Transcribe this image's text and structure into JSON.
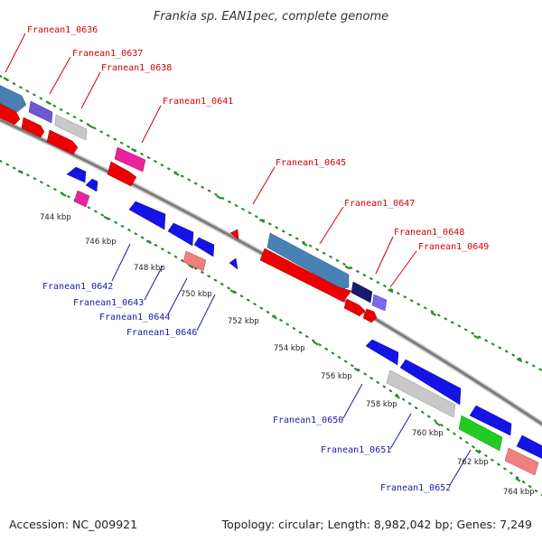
{
  "title": "Frankia sp. EAN1pec, complete genome",
  "footer": {
    "accession": "Accession: NC_009921",
    "summary": "Topology: circular; Length: 8,982,042 bp; Genes: 7,249"
  },
  "colors": {
    "top_label": "#d40000",
    "bottom_label": "#1a1aa6",
    "gc_dots": "#2e8b2e",
    "backbone": "#7c7c7c"
  },
  "ticks": [
    "744 kbp",
    "746 kbp",
    "748 kbp",
    "750 kbp",
    "752 kbp",
    "754 kbp",
    "756 kbp",
    "758 kbp",
    "760 kbp",
    "762 kbp",
    "764 kbp"
  ],
  "labels_top": [
    "Franean1_0636",
    "Franean1_0637",
    "Franean1_0638",
    "Franean1_0641",
    "Franean1_0645",
    "Franean1_0647",
    "Franean1_0648",
    "Franean1_0649"
  ],
  "labels_bottom": [
    "Franean1_0642",
    "Franean1_0643",
    "Franean1_0644",
    "Franean1_0646",
    "Franean1_0650",
    "Franean1_0651",
    "Franean1_0652"
  ]
}
